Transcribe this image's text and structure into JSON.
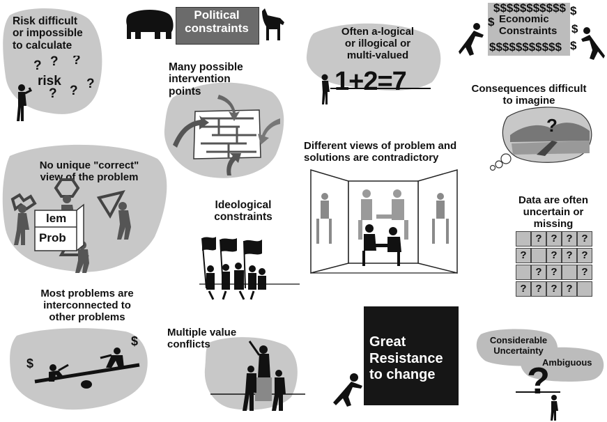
{
  "panels": {
    "risk": {
      "text": "Risk difficult\nor impossible\nto calculate",
      "word": "risk",
      "q": "?"
    },
    "political": {
      "text": "Political\nconstraints"
    },
    "economic": {
      "text": "Economic\nConstraints",
      "dollars": "$$$$$$$$$$$",
      "dollar": "$"
    },
    "alogical": {
      "text": "Often a-logical\nor illogical or\nmulti-valued",
      "equation": "1+2=7"
    },
    "intervention": {
      "text": "Many possible\nintervention\npoints"
    },
    "consequences": {
      "text": "Consequences difficult\nto imagine",
      "q": "?"
    },
    "no_unique": {
      "text": "No unique \"correct\"\nview of the problem",
      "word_top": "lem",
      "word_bottom": "Prob"
    },
    "different_views": {
      "text": "Different views of problem and\nsolutions are contradictory"
    },
    "ideological": {
      "text": "Ideological\nconstraints"
    },
    "data": {
      "text": "Data are often\nuncertain or\nmissing",
      "grid": [
        [
          "",
          "?",
          "?",
          "?",
          "?"
        ],
        [
          "?",
          "",
          "?",
          "?",
          "?"
        ],
        [
          "",
          "?",
          "?",
          "",
          "?"
        ],
        [
          "?",
          "?",
          "?",
          "?",
          ""
        ]
      ]
    },
    "interconnected": {
      "text": "Most problems are\ninterconnected to\nother problems",
      "dollar": "$"
    },
    "value_conflicts": {
      "text": "Multiple value\nconflicts"
    },
    "resistance": {
      "text": "Great\nResistance\nto change"
    },
    "uncertainty": {
      "text_top": "Considerable\nUncertainty",
      "text_mid": "Ambiguous",
      "q": "?"
    }
  },
  "colors": {
    "blob": "#c8c8c8",
    "dark_box": "#161616",
    "grey_box": "#6b6b6b",
    "light_grey": "#bcbcbc",
    "ink": "#111111"
  }
}
